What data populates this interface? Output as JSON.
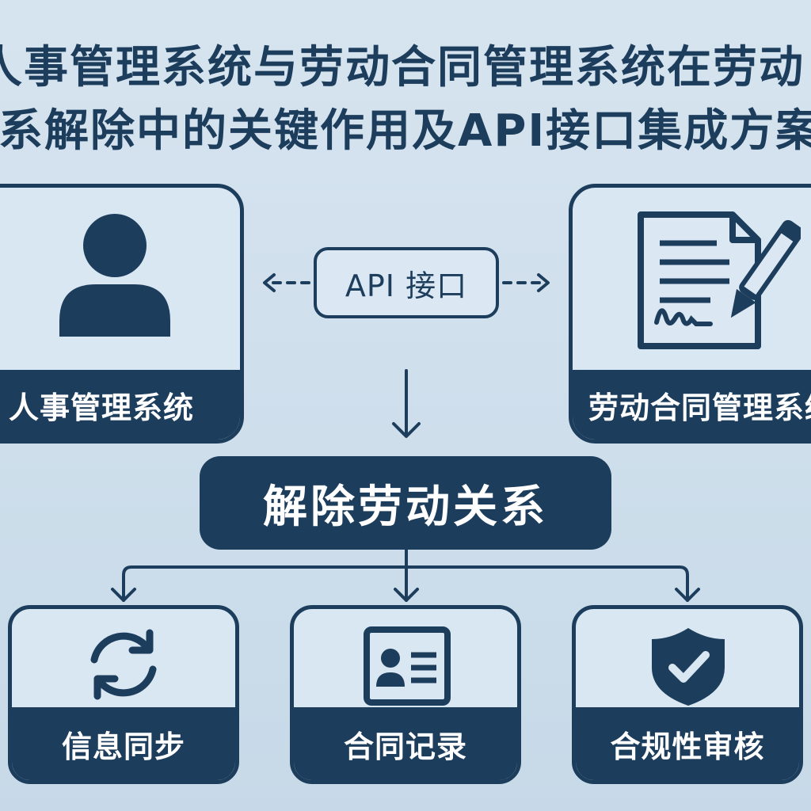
{
  "title": {
    "line1": "人事管理系统与劳动合同管理系统在劳动",
    "line2": "系解除中的关键作用及API接口集成方案"
  },
  "systems": {
    "hr": {
      "label": "人事管理系统",
      "icon": "person-icon"
    },
    "contract": {
      "label": "劳动合同管理系统",
      "icon": "contract-signing-icon"
    }
  },
  "api": {
    "label": "API 接口"
  },
  "action": {
    "label": "解除劳动关系"
  },
  "outcomes": [
    {
      "label": "信息同步",
      "icon": "sync-icon"
    },
    {
      "label": "合同记录",
      "icon": "id-card-icon"
    },
    {
      "label": "合规性审核",
      "icon": "shield-check-icon"
    }
  ],
  "colors": {
    "primary": "#1d3d5c",
    "background": "#d6e4ef",
    "panel": "#d9e7f2",
    "footer_text": "#ffffff"
  }
}
